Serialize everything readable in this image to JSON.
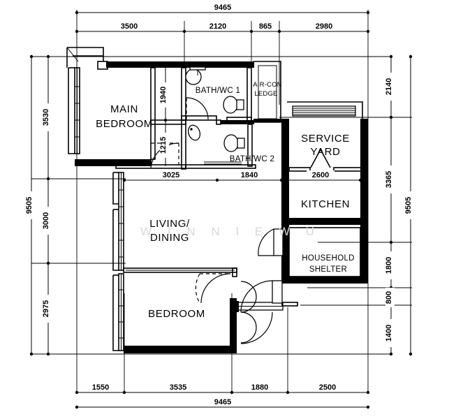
{
  "document": {
    "type": "floor-plan",
    "title": "HDB 4-Room Flat Floor Plan",
    "watermark": "W I N N I E   W U"
  },
  "rooms": [
    {
      "id": "main-bedroom",
      "label_line1": "MAIN",
      "label_line2": "BEDROOM"
    },
    {
      "id": "bath-wc-1",
      "label": "BATH/WC  1"
    },
    {
      "id": "air-con-ledge",
      "label_line1": "AIR-CON",
      "label_line2": "LEDGE"
    },
    {
      "id": "bath-wc-2",
      "label": "BATH/WC  2"
    },
    {
      "id": "service-yard",
      "label_line1": "SERVICE",
      "label_line2": "YARD"
    },
    {
      "id": "kitchen",
      "label": "KITCHEN"
    },
    {
      "id": "household-shelter",
      "label_line1": "HOUSEHOLD",
      "label_line2": "SHELTER"
    },
    {
      "id": "living-dining",
      "label_line1": "LIVING/",
      "label_line2": "DINING"
    },
    {
      "id": "bedroom",
      "label": "BEDROOM"
    }
  ],
  "dimensions": {
    "top_overall": "9465",
    "top_chain": [
      "3500",
      "2120",
      "865",
      "2980"
    ],
    "bottom_overall": "9465",
    "bottom_chain": [
      "1550",
      "3535",
      "1880",
      "2500"
    ],
    "left_overall": "9505",
    "left_chain": [
      "3530",
      "3000",
      "2975"
    ],
    "right_overall": "9505",
    "right_chain": [
      "2140",
      "3365",
      "1800",
      "800",
      "1400"
    ],
    "interior_vertical": [
      "1940",
      "1215"
    ],
    "interior_horizontal": [
      "3025",
      "1840",
      "2600"
    ]
  },
  "colors": {
    "ink": "#000000",
    "paper": "#ffffff",
    "watermark": "#d8d8d8"
  }
}
